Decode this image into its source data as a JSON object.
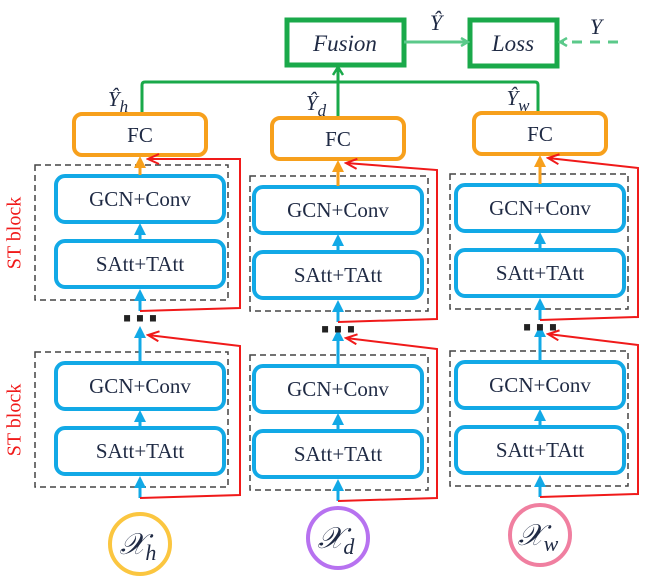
{
  "colors": {
    "green": "#1aa94a",
    "green_light": "#5bc98a",
    "orange": "#f7a01c",
    "blue": "#12a9e6",
    "red": "#f01a1a",
    "dashed": "#444444",
    "text": "#1f2a44",
    "circle_h": "#fbc640",
    "circle_d": "#b772f0",
    "circle_w": "#f07fa0"
  },
  "top": {
    "fusion_label": "Fusion",
    "loss_label": "Loss",
    "yhat_label": "Ŷ",
    "y_label": "Y"
  },
  "st_block_label": "ST block",
  "dots_label": "···",
  "columns": [
    {
      "id": "h",
      "output_label": "Ŷ",
      "output_sub": "h",
      "fc_label": "FC",
      "gcn_label": "GCN+Conv",
      "att_label": "SAtt+TAtt",
      "input_symbol": "𝒳",
      "input_sub": "h",
      "circle_color_key": "circle_h"
    },
    {
      "id": "d",
      "output_label": "Ŷ",
      "output_sub": "d",
      "fc_label": "FC",
      "gcn_label": "GCN+Conv",
      "att_label": "SAtt+TAtt",
      "input_symbol": "𝒳",
      "input_sub": "d",
      "circle_color_key": "circle_d"
    },
    {
      "id": "w",
      "output_label": "Ŷ",
      "output_sub": "w",
      "fc_label": "FC",
      "gcn_label": "GCN+Conv",
      "att_label": "SAtt+TAtt",
      "input_symbol": "𝒳",
      "input_sub": "w",
      "circle_color_key": "circle_w"
    }
  ]
}
